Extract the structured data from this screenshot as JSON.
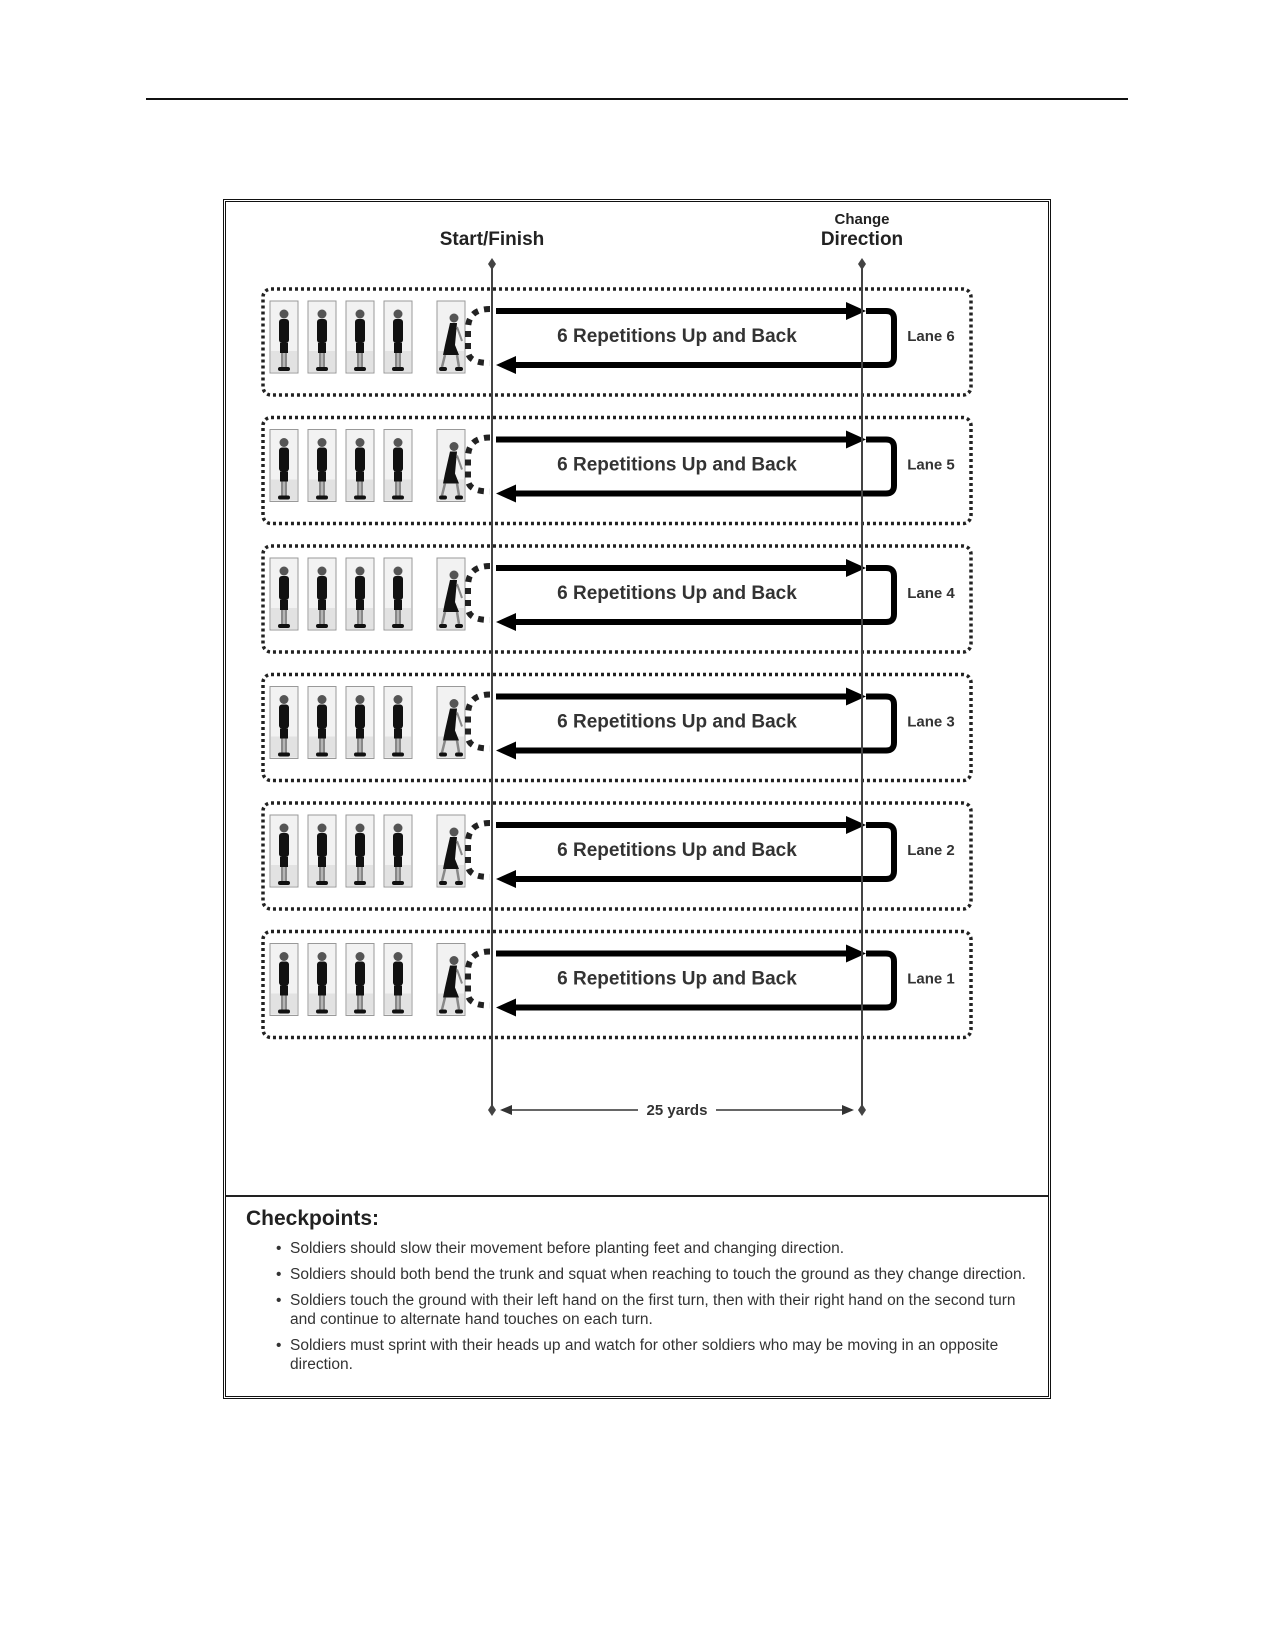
{
  "header": {
    "start_finish": "Start/Finish",
    "change": "Change",
    "direction": "Direction"
  },
  "lanes": [
    {
      "label": "Lane 6",
      "text": "6 Repetitions Up and Back"
    },
    {
      "label": "Lane 5",
      "text": "6 Repetitions Up and Back"
    },
    {
      "label": "Lane 4",
      "text": "6 Repetitions Up and Back"
    },
    {
      "label": "Lane 3",
      "text": "6 Repetitions Up and Back"
    },
    {
      "label": "Lane 2",
      "text": "6 Repetitions Up and Back"
    },
    {
      "label": "Lane 1",
      "text": "6 Repetitions Up and Back"
    }
  ],
  "distance_label": "25 yards",
  "checkpoints": {
    "title": "Checkpoints:",
    "items": [
      "Soldiers should slow their movement before planting feet and changing direction.",
      "Soldiers should both bend the trunk and squat when reaching to touch the ground as they change direction.",
      "Soldiers touch the ground with their left hand on the first turn, then with their right hand on the second turn and continue to alternate hand touches on each turn.",
      "Soldiers must sprint with their heads up and watch for other soldiers who may be moving in an opposite direction."
    ]
  }
}
